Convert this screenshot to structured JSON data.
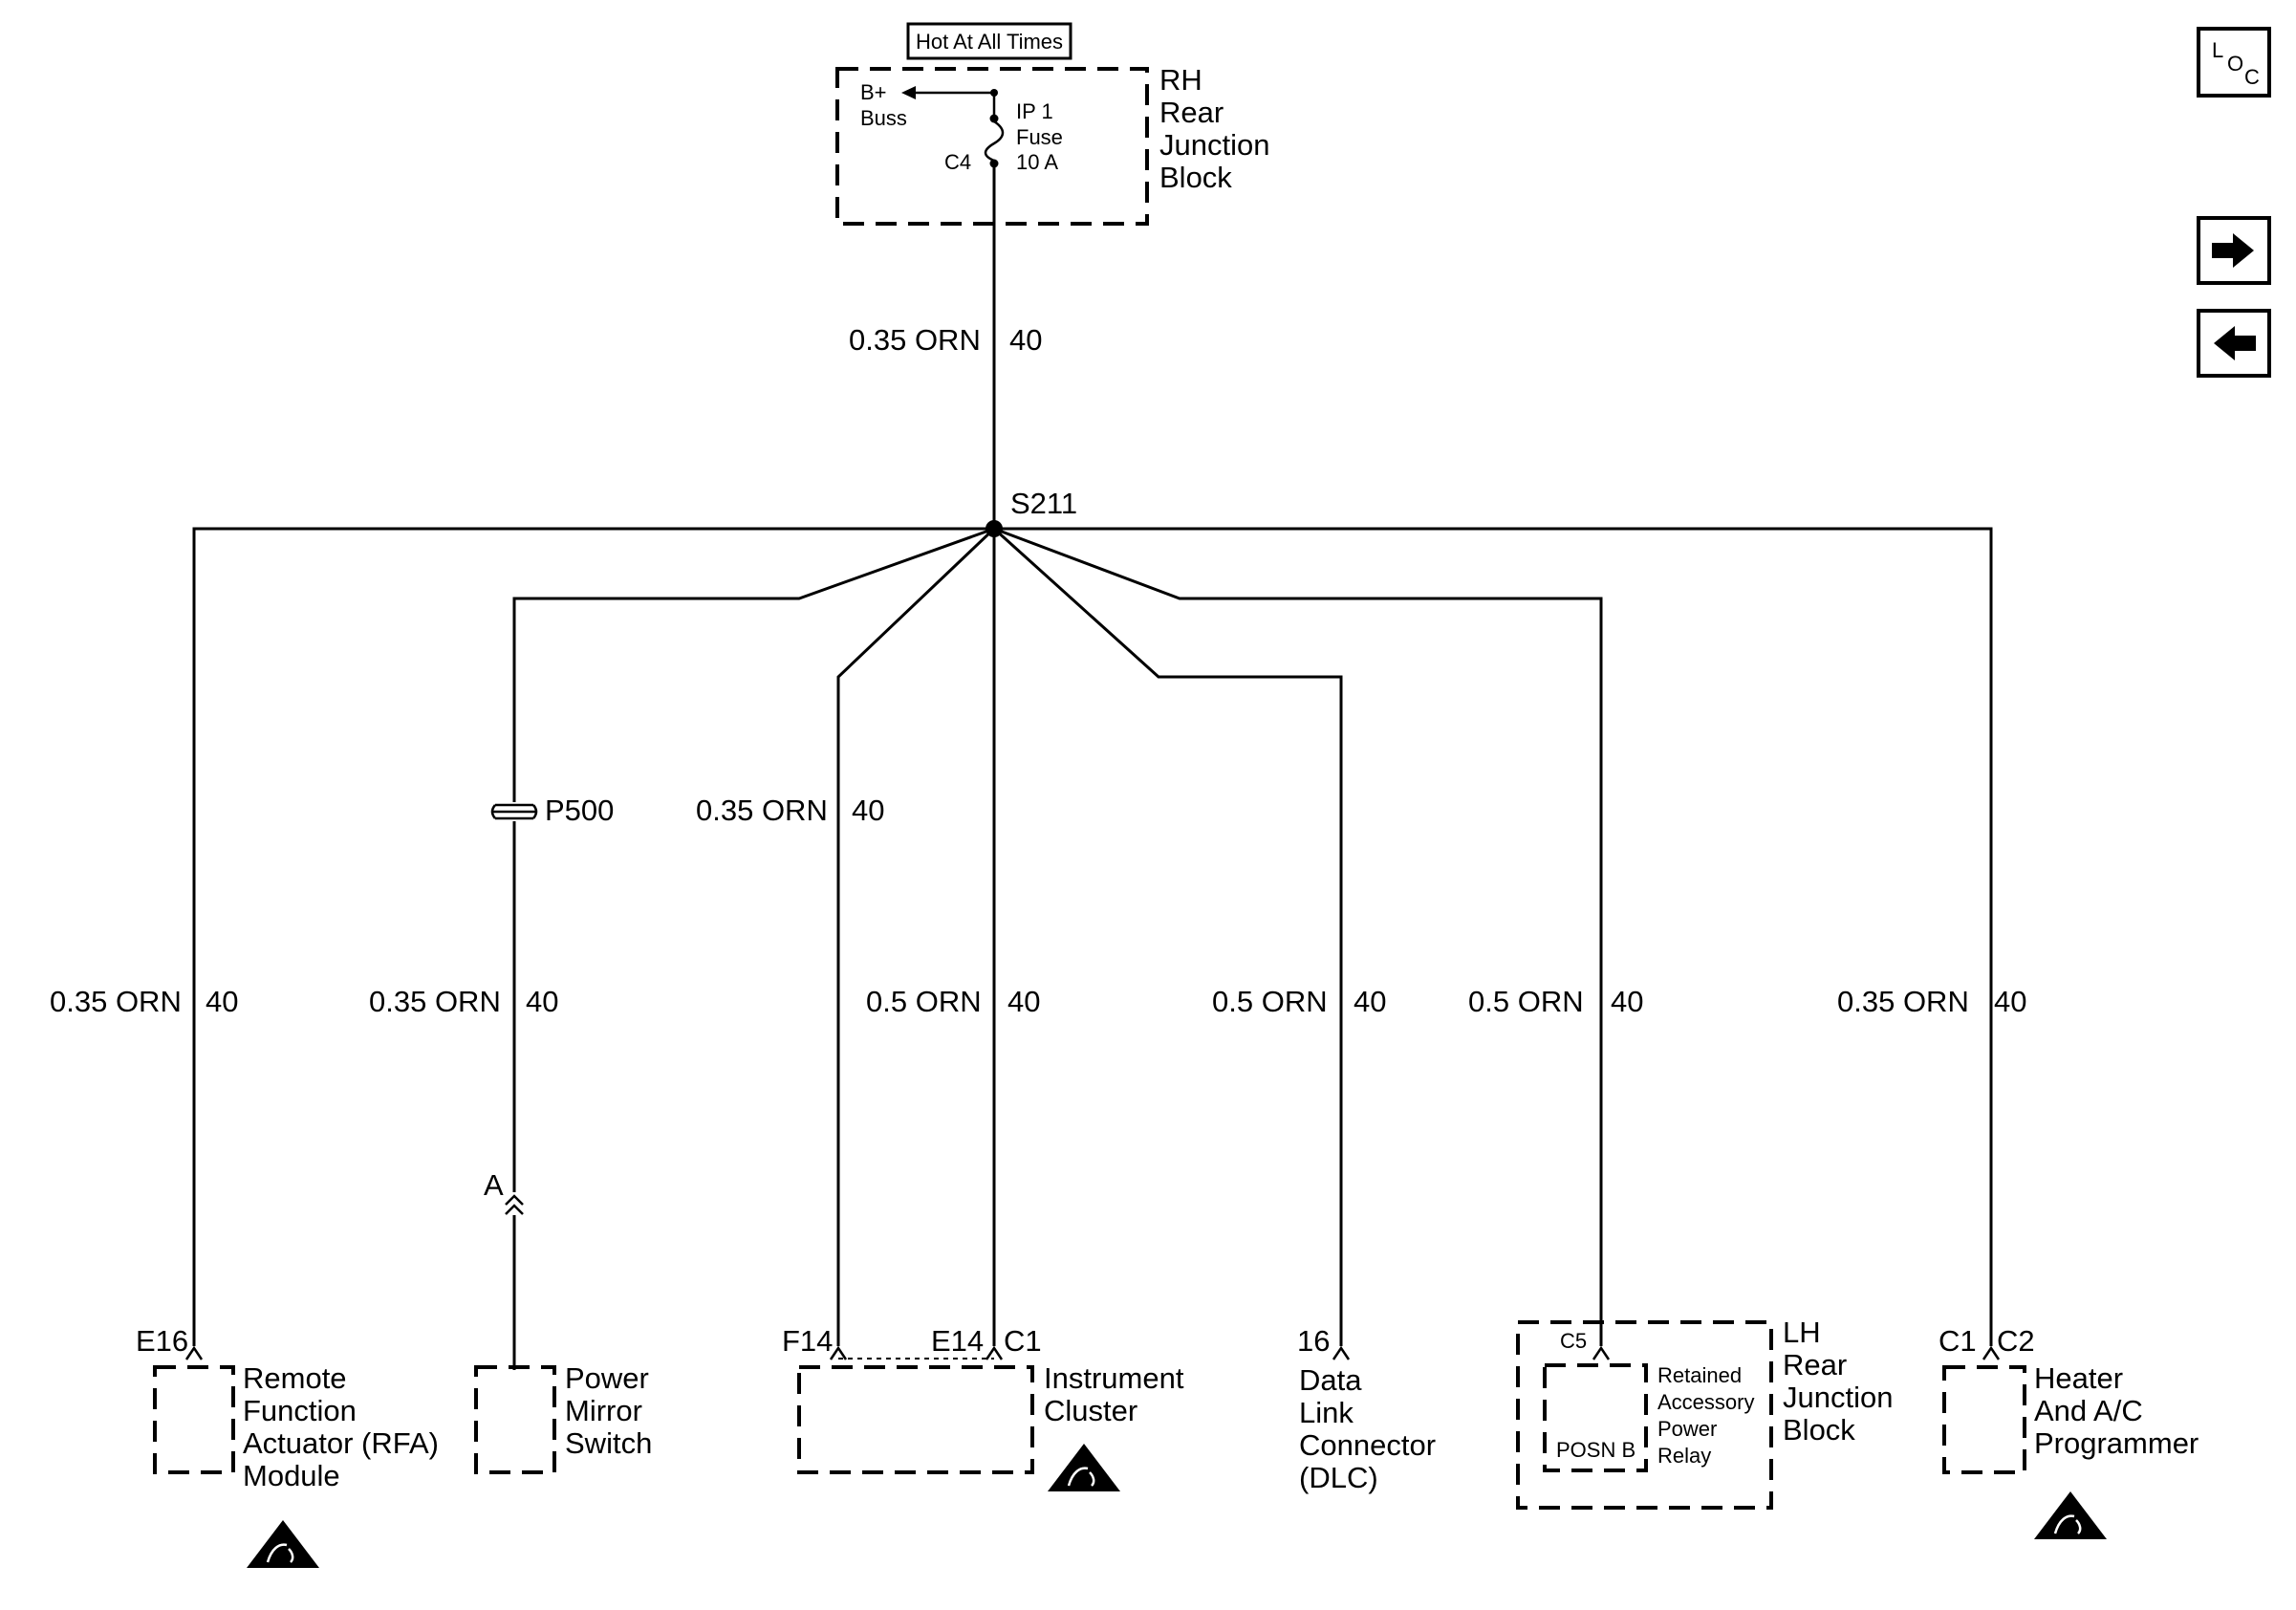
{
  "power_source": {
    "hot_label": "Hot At All Times",
    "bbus": "B+\nBuss",
    "fuse": "IP 1\nFuse\n10 A",
    "connector": "C4",
    "block_name": "RH\nRear\nJunction\nBlock"
  },
  "feed_wire": {
    "size_color": "0.35 ORN",
    "circuit": "40"
  },
  "splice": "S211",
  "p500": "P500",
  "p500_branch_wire": {
    "size_color": "0.35 ORN",
    "circuit": "40"
  },
  "inline_connector": "A",
  "branches": [
    {
      "size_color": "0.35 ORN",
      "circuit": "40"
    },
    {
      "size_color": "0.35 ORN",
      "circuit": "40"
    },
    {
      "size_color": "0.5 ORN",
      "circuit": "40"
    },
    {
      "size_color": "0.5 ORN",
      "circuit": "40"
    },
    {
      "size_color": "0.5 ORN",
      "circuit": "40"
    },
    {
      "size_color": "0.35 ORN",
      "circuit": "40"
    }
  ],
  "components": {
    "rfa": {
      "pin": "E16",
      "name": "Remote\nFunction\nActuator (RFA)\nModule"
    },
    "mirror": {
      "name": "Power\nMirror\nSwitch"
    },
    "cluster": {
      "pin_f14": "F14",
      "pin_e14": "E14",
      "pin_c1": "C1",
      "name": "Instrument\nCluster"
    },
    "dlc": {
      "pin": "16",
      "name": "Data\nLink\nConnector\n(DLC)"
    },
    "lh_block": {
      "connector": "C5",
      "relay_pos": "POSN B",
      "relay": "Retained\nAccessory\nPower\nRelay",
      "name": "LH\nRear\nJunction\nBlock"
    },
    "hvac": {
      "pin_c1": "C1",
      "pin_c2": "C2",
      "name": "Heater\nAnd A/C\nProgrammer"
    }
  },
  "nav": {
    "loc_icon": "LOC",
    "next_icon": "right-arrow-icon",
    "prev_icon": "left-arrow-icon"
  }
}
